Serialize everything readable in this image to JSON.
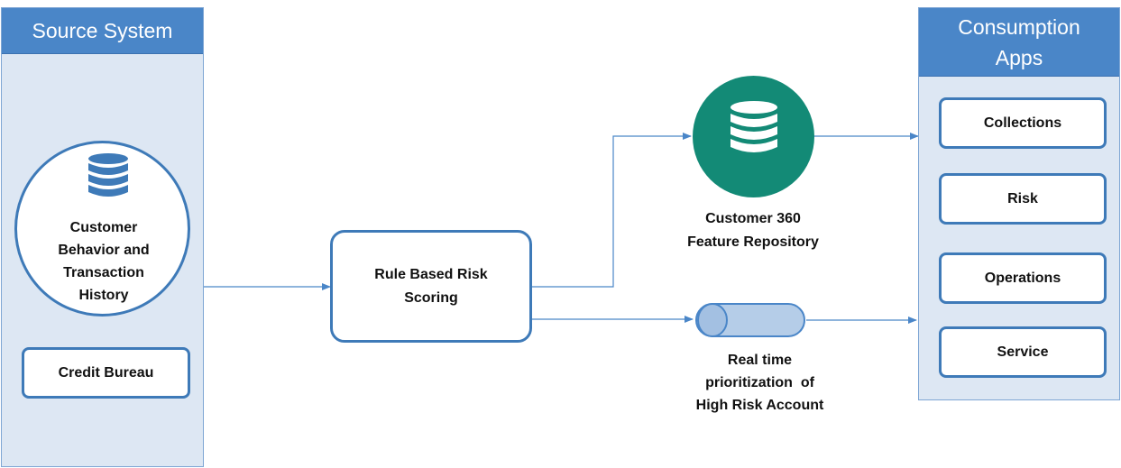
{
  "source_system": {
    "title": "Source System",
    "db_label_lines": [
      "Customer",
      "Behavior and",
      "Transaction",
      "History"
    ],
    "credit_bureau": "Credit Bureau"
  },
  "scoring": {
    "label_lines": [
      "Rule Based Risk",
      "Scoring"
    ]
  },
  "feature_repo": {
    "label_lines": [
      "Customer 360",
      "Feature Repository"
    ]
  },
  "realtime": {
    "label_lines": [
      "Real time",
      "prioritization  of",
      "High Risk Account"
    ]
  },
  "consumption": {
    "title_lines": [
      "Consumption",
      "Apps"
    ],
    "apps": [
      "Collections",
      "Risk",
      "Operations",
      "Service"
    ]
  },
  "colors": {
    "panel_fill": "#dde7f3",
    "header_fill": "#4a86c8",
    "box_border": "#3e7ab8",
    "repo_fill": "#138a76",
    "arrow": "#4a86c8",
    "queue_fill": "#b5cde8"
  },
  "icons": [
    "database-icon",
    "queue-icon"
  ]
}
